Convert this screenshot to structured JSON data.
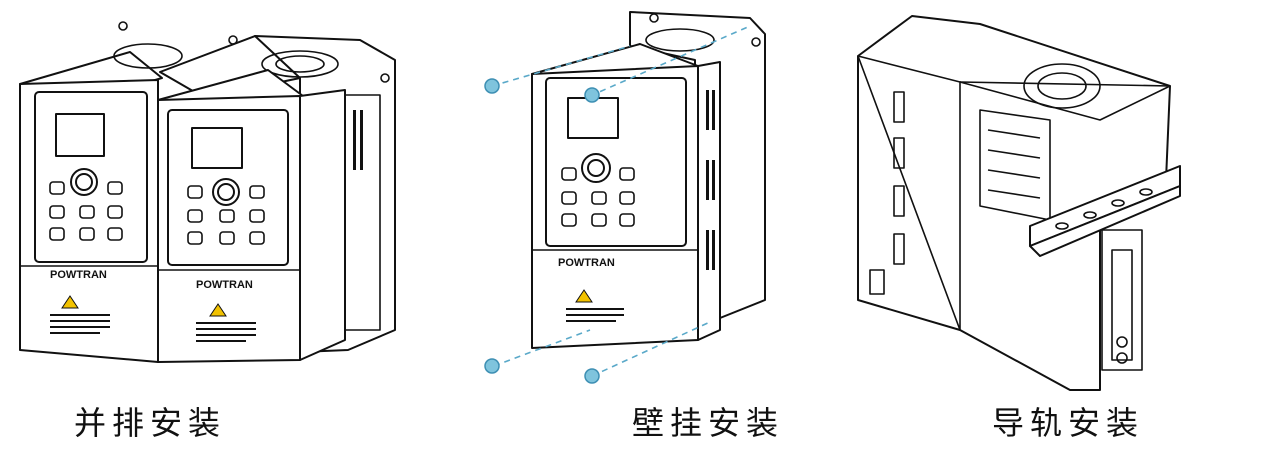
{
  "brand": "POWTRAN",
  "panels": [
    {
      "caption": "并排安装",
      "image_icon": "side-by-side-inverters"
    },
    {
      "caption": "壁挂安装",
      "image_icon": "wall-mount-inverter"
    },
    {
      "caption": "导轨安装",
      "image_icon": "din-rail-inverter"
    }
  ],
  "colors": {
    "line": "#111111",
    "screw": "#7fc4dd",
    "dash": "#5aa9c9",
    "warning": "#f2c200"
  }
}
